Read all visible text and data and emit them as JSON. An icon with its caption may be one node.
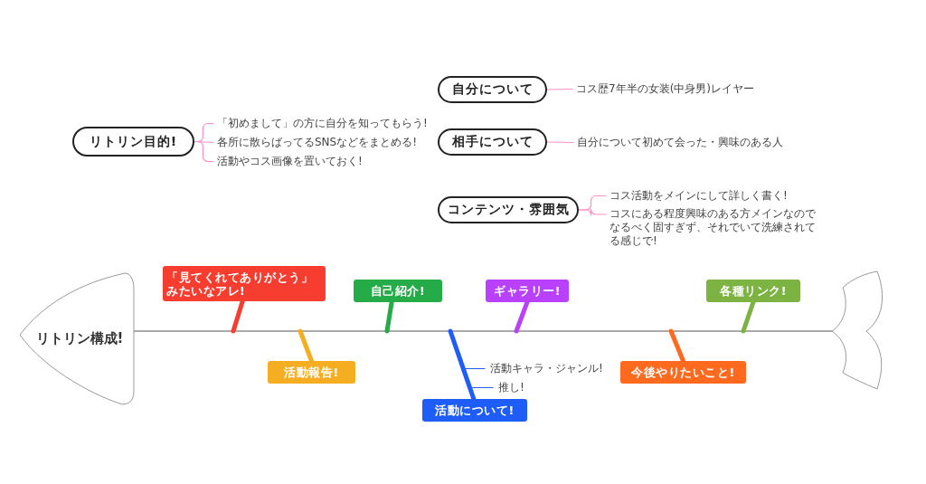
{
  "diagram": {
    "nodes": [
      {
        "text": [
          "リトリン目的!"
        ]
      },
      {
        "text": [
          "「初めまして」の方に自分を知ってもらう!"
        ]
      },
      {
        "text": [
          "各所に散らばってるSNSなどをまとめる!"
        ]
      },
      {
        "text": [
          "活動やコス画像を置いておく!"
        ]
      },
      {
        "text": [
          "自分について"
        ]
      },
      {
        "text": [
          "コス歴7年半の女装(中身男)レイヤー"
        ]
      },
      {
        "text": [
          "相手について"
        ]
      },
      {
        "text": [
          "自分について初めて会った・興味のある人"
        ]
      },
      {
        "text": [
          "コンテンツ・雰囲気"
        ]
      },
      {
        "text": [
          "コス活動をメインにして詳しく書く!"
        ]
      },
      {
        "text": [
          "コスにある程度興味のある方メインなのでなるべく固すぎず、それでいて洗練されてる感じで!"
        ]
      },
      {
        "text": [
          "リトリン構成!"
        ]
      },
      {
        "text": [],
        "shape": "tail"
      },
      {
        "text": [
          "「見てくれてありがとう」みたいなアレ!"
        ]
      },
      {
        "text": [
          "活動報告!"
        ]
      },
      {
        "text": [
          "自己紹介!"
        ]
      },
      {
        "text": [
          "活動について!"
        ]
      },
      {
        "text": [
          "活動キャラ・ジャンル!"
        ]
      },
      {
        "text": [
          "推し!"
        ]
      },
      {
        "text": [
          "ギャラリー!"
        ]
      },
      {
        "text": [
          "今後やりたいこと!"
        ]
      },
      {
        "text": [
          "各種リンク!"
        ]
      }
    ],
    "edges": [
      {
        "from": 0,
        "to": 1,
        "arrow": "none"
      },
      {
        "from": 0,
        "to": 2,
        "arrow": "none"
      },
      {
        "from": 0,
        "to": 3,
        "arrow": "none"
      },
      {
        "from": 4,
        "to": 5,
        "arrow": "none"
      },
      {
        "from": 6,
        "to": 7,
        "arrow": "none"
      },
      {
        "from": 8,
        "to": 9,
        "arrow": "none"
      },
      {
        "from": 8,
        "to": 10,
        "arrow": "none"
      },
      {
        "from": 11,
        "to": 12,
        "arrow": "none",
        "color": "#aaaaaa"
      },
      {
        "from": 13,
        "to": null,
        "arrow": "none",
        "style": "thick",
        "color": "#f73d2f"
      },
      {
        "from": 14,
        "to": null,
        "arrow": "none",
        "style": "thick",
        "color": "#f5ae22"
      },
      {
        "from": 15,
        "to": null,
        "arrow": "none",
        "style": "thick",
        "color": "#25ab48"
      },
      {
        "from": 16,
        "to": null,
        "arrow": "none",
        "style": "thick",
        "color": "#1e5df7"
      },
      {
        "from": null,
        "to": 17,
        "arrow": "none",
        "color": "#1e5df7"
      },
      {
        "from": null,
        "to": 18,
        "arrow": "none",
        "color": "#1e5df7"
      },
      {
        "from": 19,
        "to": null,
        "arrow": "none",
        "style": "thick",
        "color": "#b940fc"
      },
      {
        "from": 20,
        "to": null,
        "arrow": "none",
        "style": "thick",
        "color": "#ff6a1f"
      },
      {
        "from": 21,
        "to": null,
        "arrow": "none",
        "style": "thick",
        "color": "#7cb342"
      }
    ]
  }
}
